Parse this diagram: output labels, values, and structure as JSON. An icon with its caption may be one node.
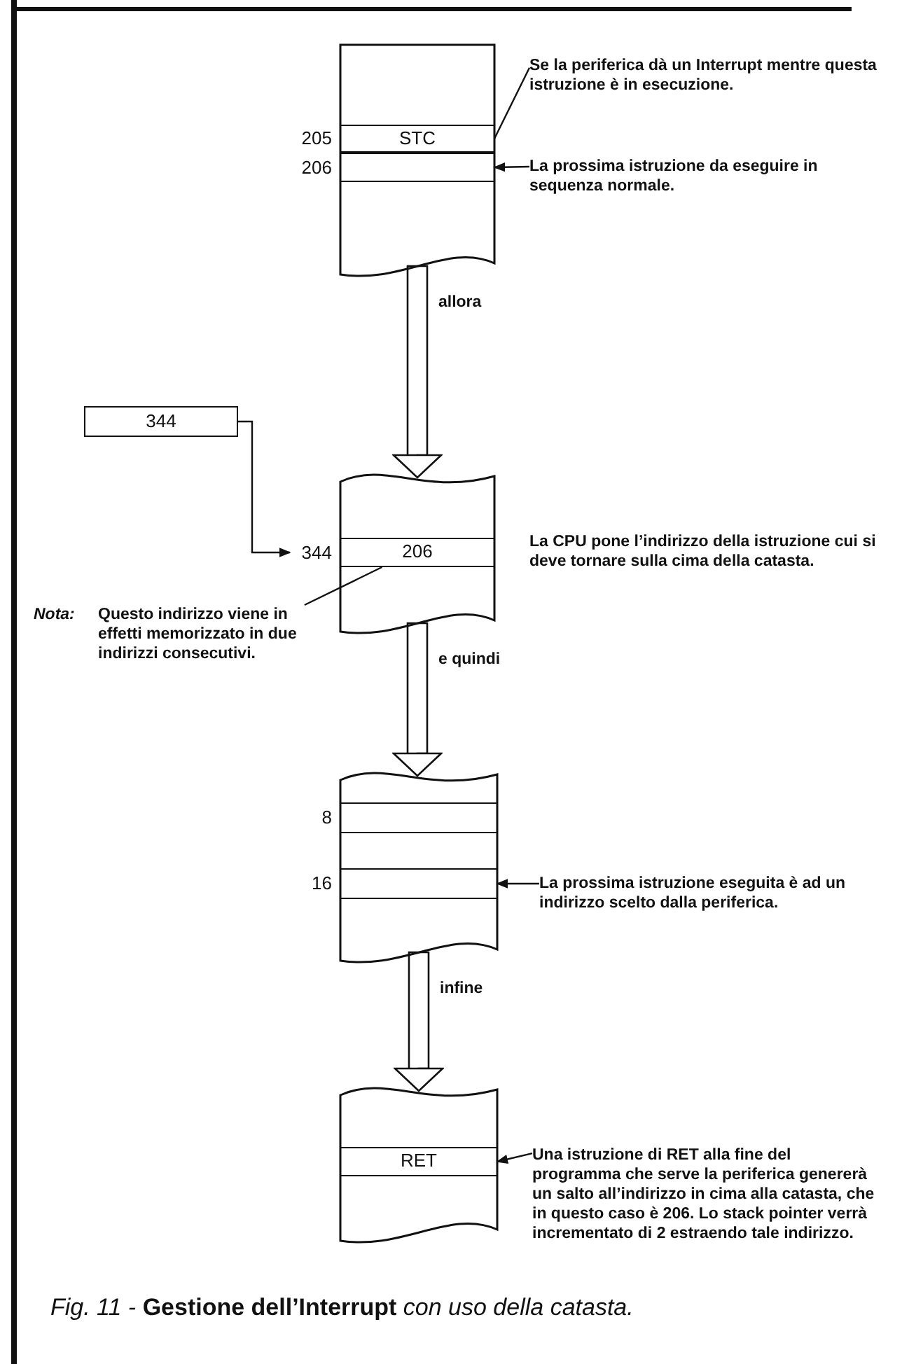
{
  "diagram": {
    "caption": "*Fig. 11 -* **Gestione dell’Interrupt** *con uso della catasta.*",
    "nodes": [
      {
        "text": [],
        "shape": "box"
      },
      {
        "text": [
          "STC"
        ],
        "in": 0,
        "beside": [
          "205"
        ]
      },
      {
        "text": [],
        "shape": "box",
        "in": 0,
        "beside": [
          "206"
        ]
      },
      {
        "text": [
          "Se la periferica dà un Interrupt mentre questa istruzione è in esecuzione."
        ]
      },
      {
        "text": [
          "La prossima istruzione da eseguire in sequenza normale."
        ]
      },
      {
        "text": [
          "344"
        ]
      },
      {
        "text": [],
        "shape": "box"
      },
      {
        "text": [
          "206"
        ],
        "in": 6,
        "beside": [
          "344"
        ]
      },
      {
        "text": [
          "Nota:",
          "Questo indirizzo viene in effetti memorizzato in due indirizzi consecutivi."
        ]
      },
      {
        "text": [],
        "shape": "box"
      },
      {
        "text": [],
        "shape": "box",
        "in": 9,
        "beside": [
          "8"
        ]
      },
      {
        "text": [],
        "shape": "box",
        "in": 9,
        "beside": [
          "16"
        ]
      },
      {
        "text": [
          "La prossima istruzione eseguita è ad un indirizzo scelto dalla periferica."
        ]
      },
      {
        "text": [],
        "shape": "box"
      },
      {
        "text": [
          "RET"
        ],
        "in": 13
      },
      {
        "text": [
          "Una istruzione di RET alla fine del programma che serve la periferica genererà un salto all’indirizzo in cima alla catasta, che in questo caso è 206. Lo stack pointer verrà incrementato di 2 estraendo tale indirizzo."
        ]
      }
    ],
    "edges": [
      {
        "from": 3,
        "to": 1,
        "arrow": "none"
      },
      {
        "from": 4,
        "to": 2,
        "arrow": "to"
      },
      {
        "from": 0,
        "to": 6,
        "arrow": "to",
        "label": "allora"
      },
      {
        "from": 5,
        "to": 7,
        "arrow": "to"
      },
      {
        "from": 8,
        "to": 7,
        "arrow": "none"
      },
      {
        "from": 6,
        "to": 9,
        "arrow": "to",
        "label": "e quindi"
      },
      {
        "from": 12,
        "to": 11,
        "arrow": "to"
      },
      {
        "from": 9,
        "to": 13,
        "arrow": "to",
        "label": "infine"
      },
      {
        "from": 15,
        "to": 14,
        "arrow": "to"
      }
    ],
    "labels": [
      "La CPU pone l’indirizzo della istruzione cui si deve tornare sulla cima della catasta."
    ]
  }
}
